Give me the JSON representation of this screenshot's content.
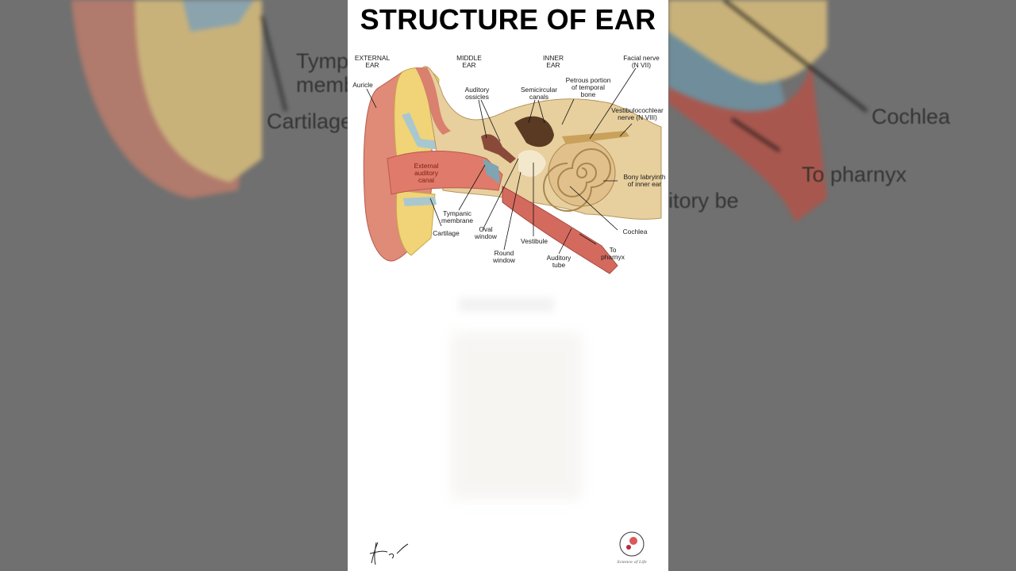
{
  "title": "STRUCTURE OF EAR",
  "diagram": {
    "region_labels": [
      "EXTERNAL\nEAR",
      "MIDDLE\nEAR",
      "INNER\nEAR"
    ],
    "labels": {
      "facial_nerve": "Facial nerve\n(N VII)",
      "auricle": "Auricle",
      "auditory_ossicles": "Auditory\nossicles",
      "semicircular_canals": "Semicircular\ncanals",
      "petrous": "Petrous portion\nof temporal\nbone",
      "vestibulocochlear": "Vestibulocochlear\nnerve (N VIII)",
      "external_canal": "External\nauditory\ncanal",
      "bony_labyrinth": "Bony labryinth\nof inner ear",
      "tympanic": "Tympanic\nmembrane",
      "cartilage": "Cartilage",
      "oval_window": "Oval\nwindow",
      "cochlea": "Cochlea",
      "vestibule": "Vestibule",
      "round_window": "Round\nwindow",
      "auditory_tube": "Auditory\ntube",
      "to_pharynx": "To\npharnyx"
    }
  },
  "background_labels": {
    "left": [
      "Tymp\nmemb",
      "Cartilage"
    ],
    "right": [
      "Cochlea",
      "To\npharnyx",
      "itory\nbe"
    ]
  },
  "watermark": {
    "signature": "Hetal Soni",
    "logo_text": "Science of Life"
  }
}
